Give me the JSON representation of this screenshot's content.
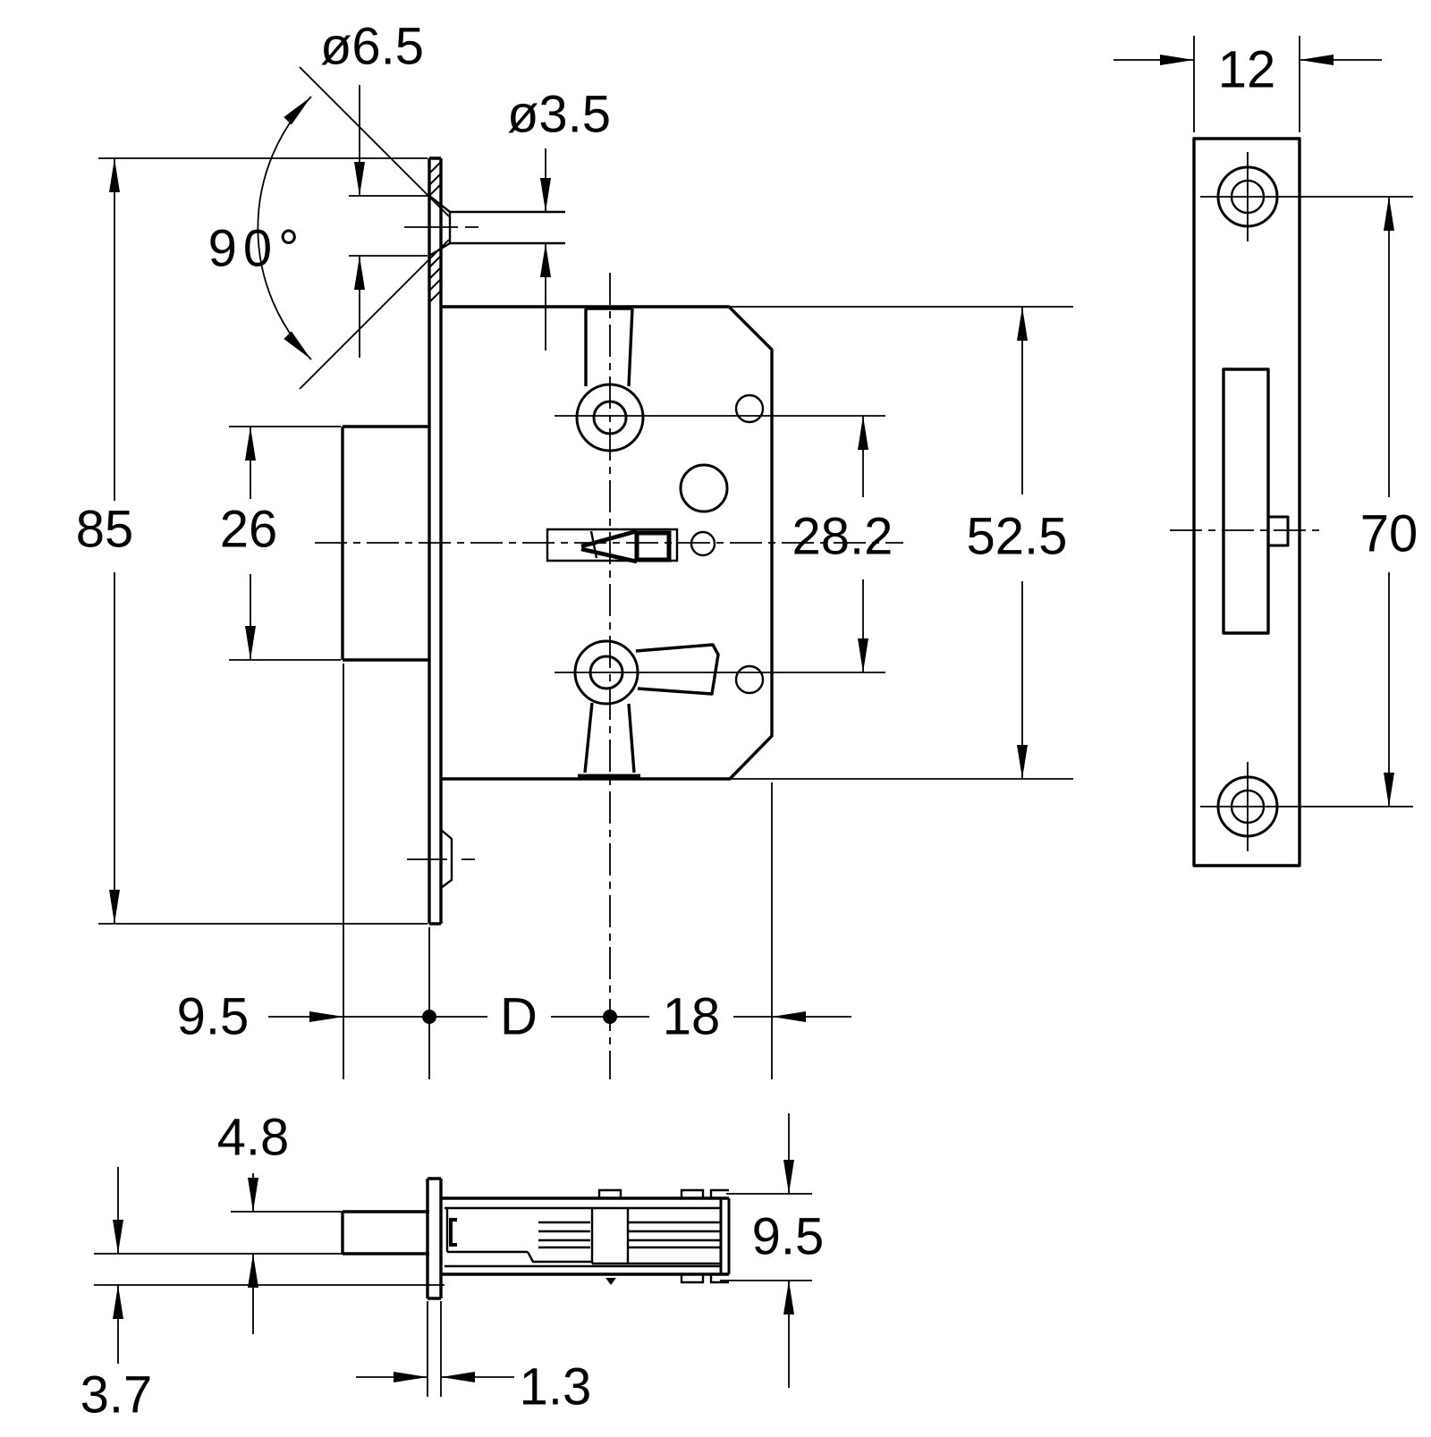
{
  "page": {
    "background": "#ffffff",
    "ink": "#000000"
  },
  "drawing": {
    "kind": "technical dimension drawing",
    "subject": "mortise deadbolt lock",
    "front_view": {
      "countersink_dia": "ø6.5",
      "pilot_hole_dia": "ø3.5",
      "countersink_angle": "90°",
      "faceplate_height": "85",
      "bolt_height": "26",
      "hole_spacing": "28.2",
      "case_height": "52.5",
      "bolt_projection": "9.5",
      "backset": "D",
      "edge_distance": "18"
    },
    "faceplate_view": {
      "faceplate_width": "12",
      "screw_hole_spacing": "70"
    },
    "side_view": {
      "bolt_thickness": "4.8",
      "bolt_offset": "3.7",
      "case_thickness": "9.5",
      "faceplate_thickness": "1.3"
    }
  }
}
